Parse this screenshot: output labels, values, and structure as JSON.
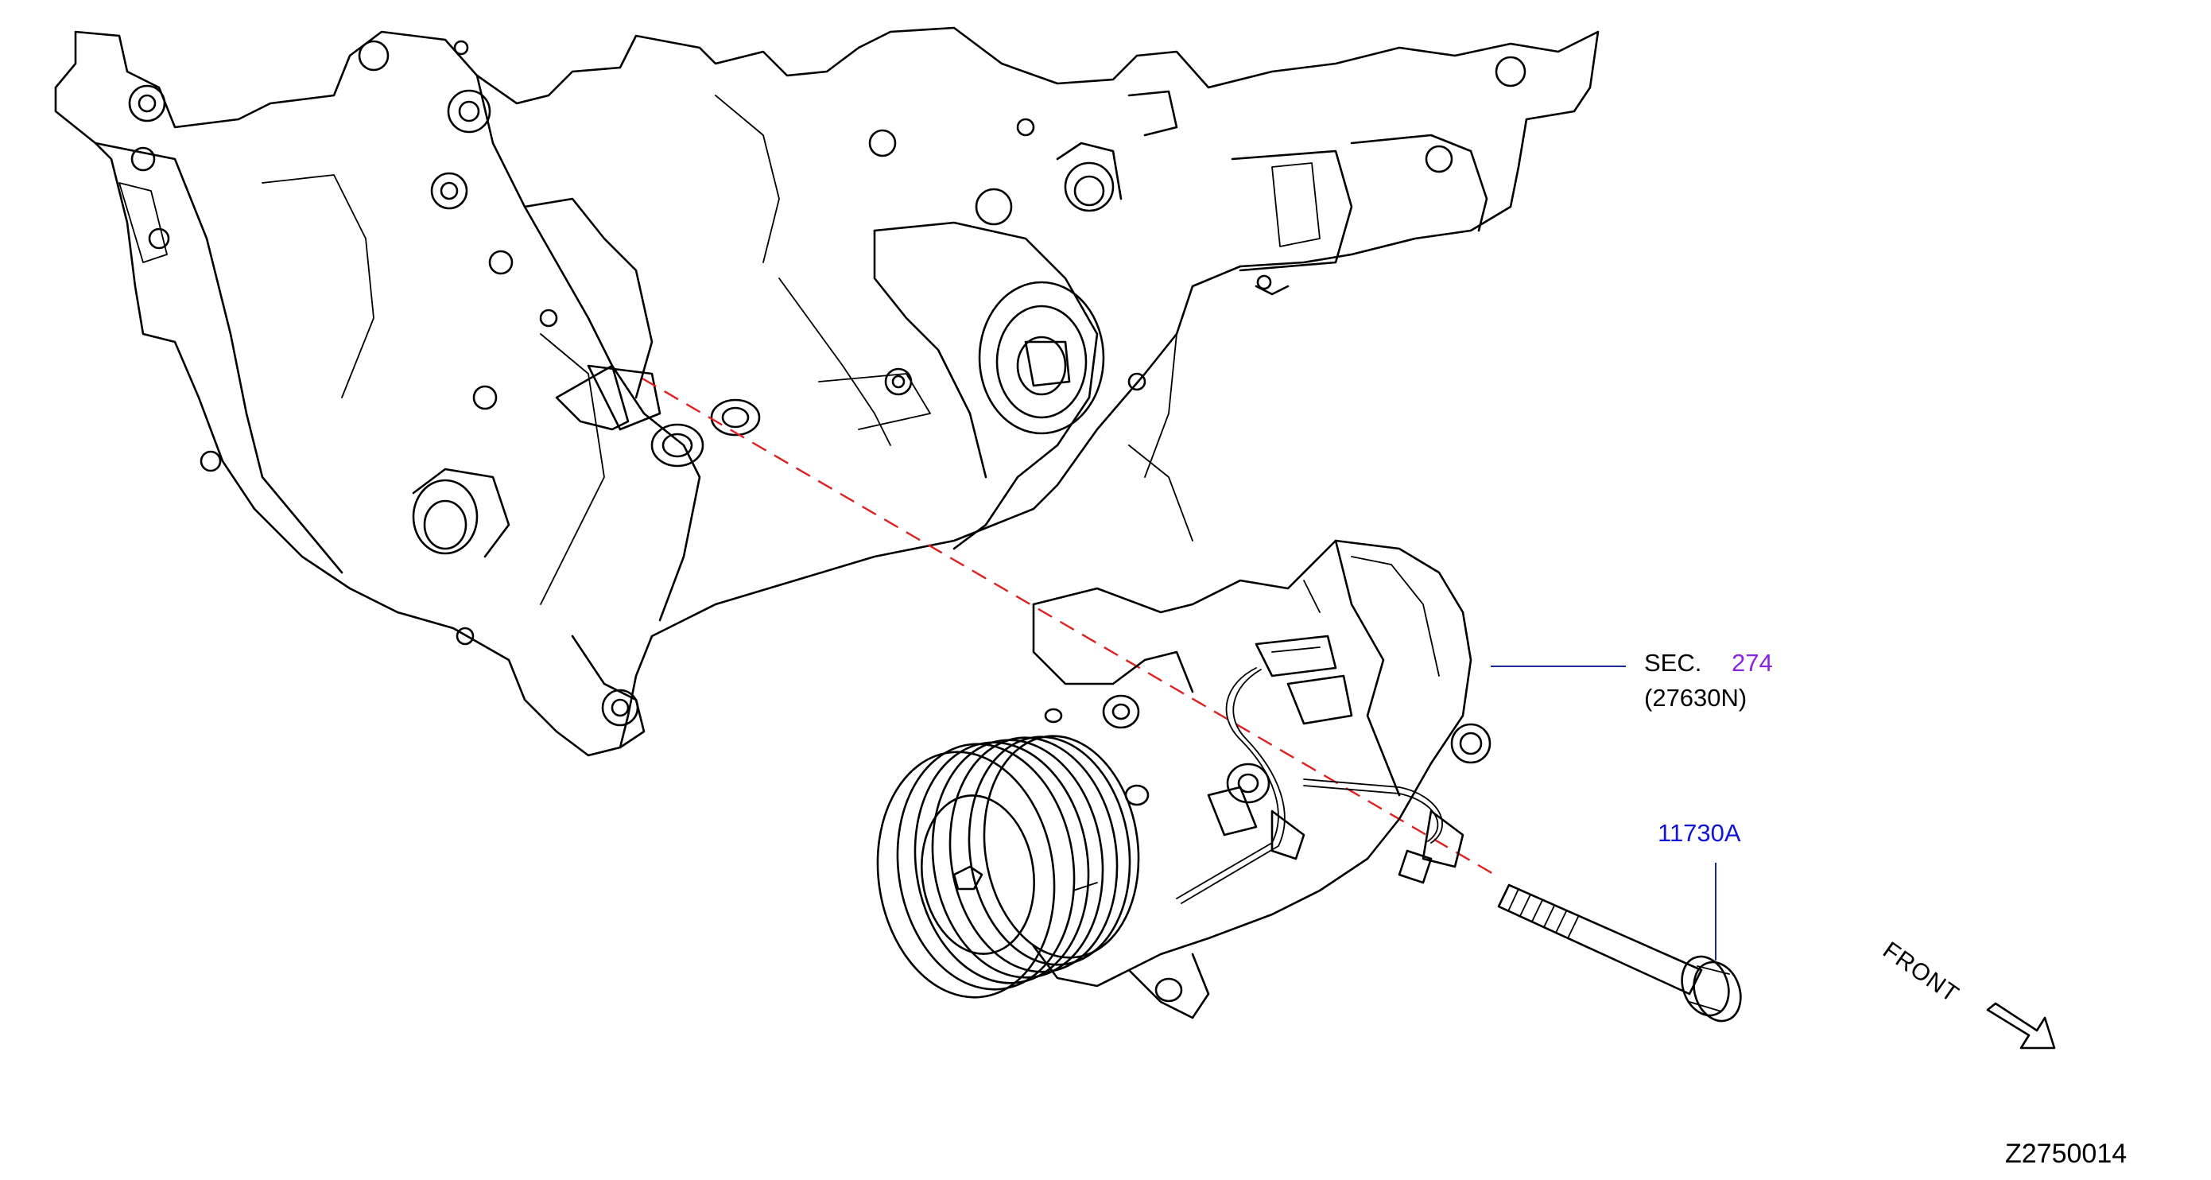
{
  "callouts": {
    "compressor_sec_prefix": "SEC.",
    "compressor_sec_number": "274",
    "compressor_part_code": "(27630N)",
    "bolt_part_number": "11730A"
  },
  "orientation_label": "FRONT",
  "figure_id": "Z2750014",
  "colors": {
    "section_ref": "#8b24e0",
    "part_number": "#1016d8",
    "alignment_dashed_line": "#e02020",
    "leader_line": "#1a2a9a"
  },
  "icons": [
    "front-direction-arrow-icon"
  ]
}
